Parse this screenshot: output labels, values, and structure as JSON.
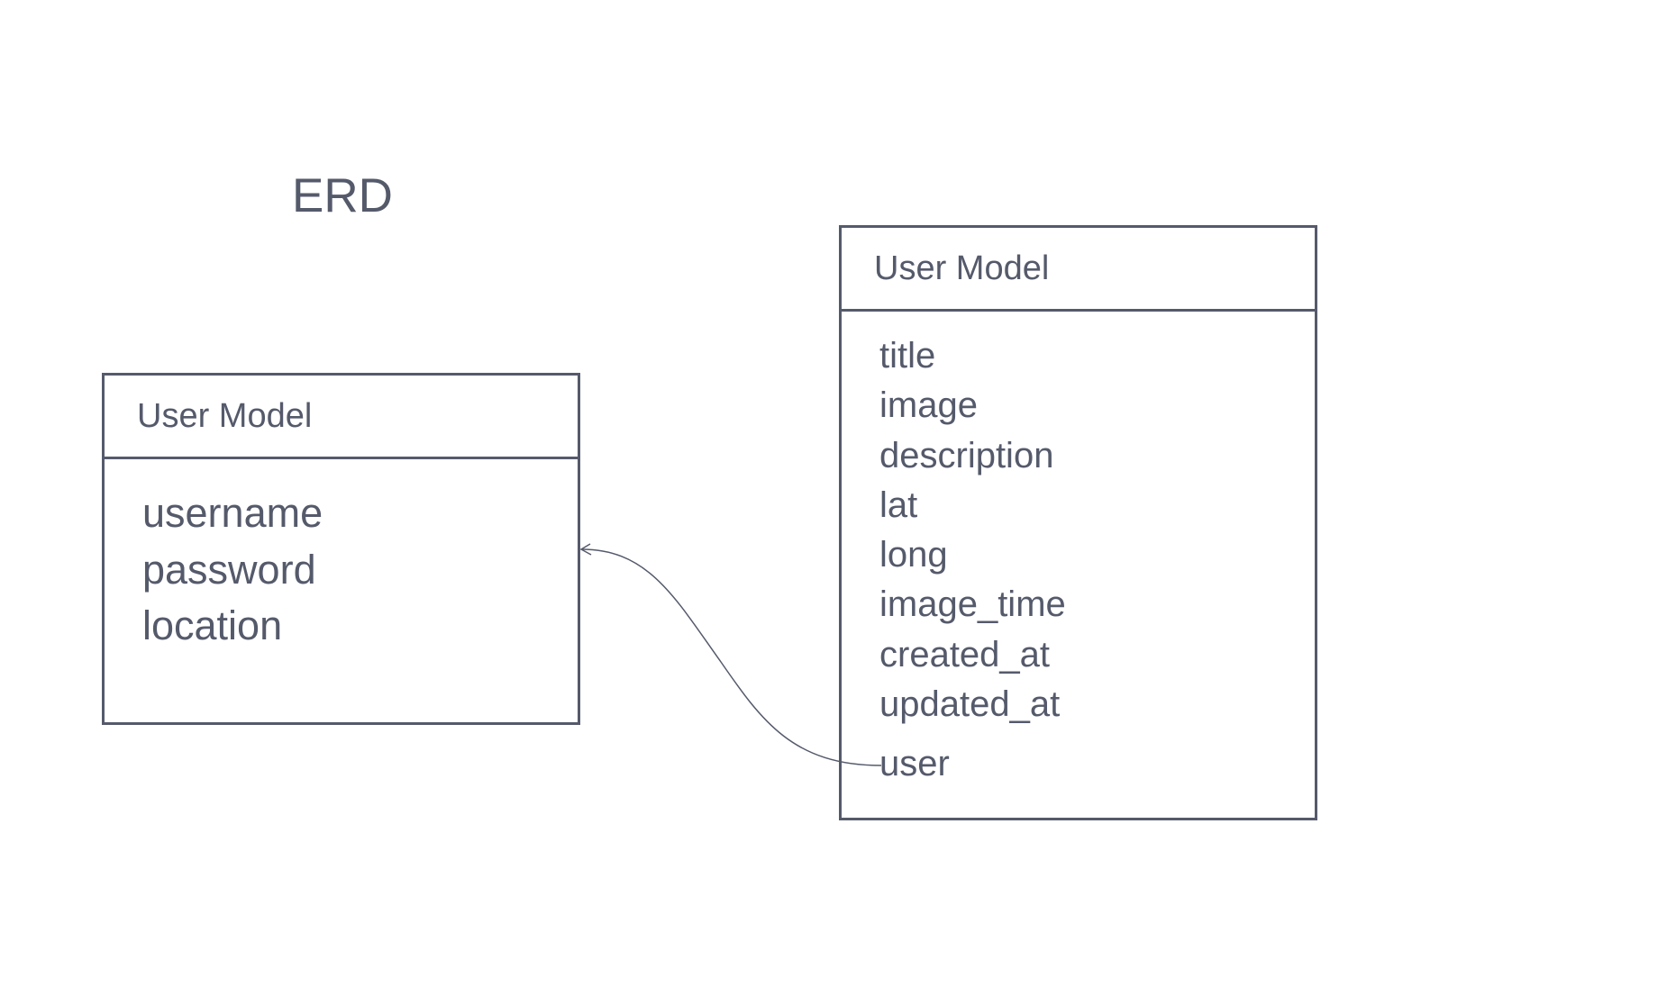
{
  "diagram": {
    "title": "ERD",
    "entities": [
      {
        "name": "User Model",
        "attributes": [
          "username",
          "password",
          "location"
        ]
      },
      {
        "name": "User Model",
        "attributes": [
          "title",
          "image",
          "description",
          "lat",
          "long",
          "image_time",
          "created_at",
          "updated_at",
          "user"
        ]
      }
    ],
    "relationships": [
      {
        "from": "entities.1.user",
        "to": "entities.0"
      }
    ],
    "colors": {
      "line": "#555a6b",
      "text": "#555a6b",
      "background": "#ffffff"
    }
  }
}
